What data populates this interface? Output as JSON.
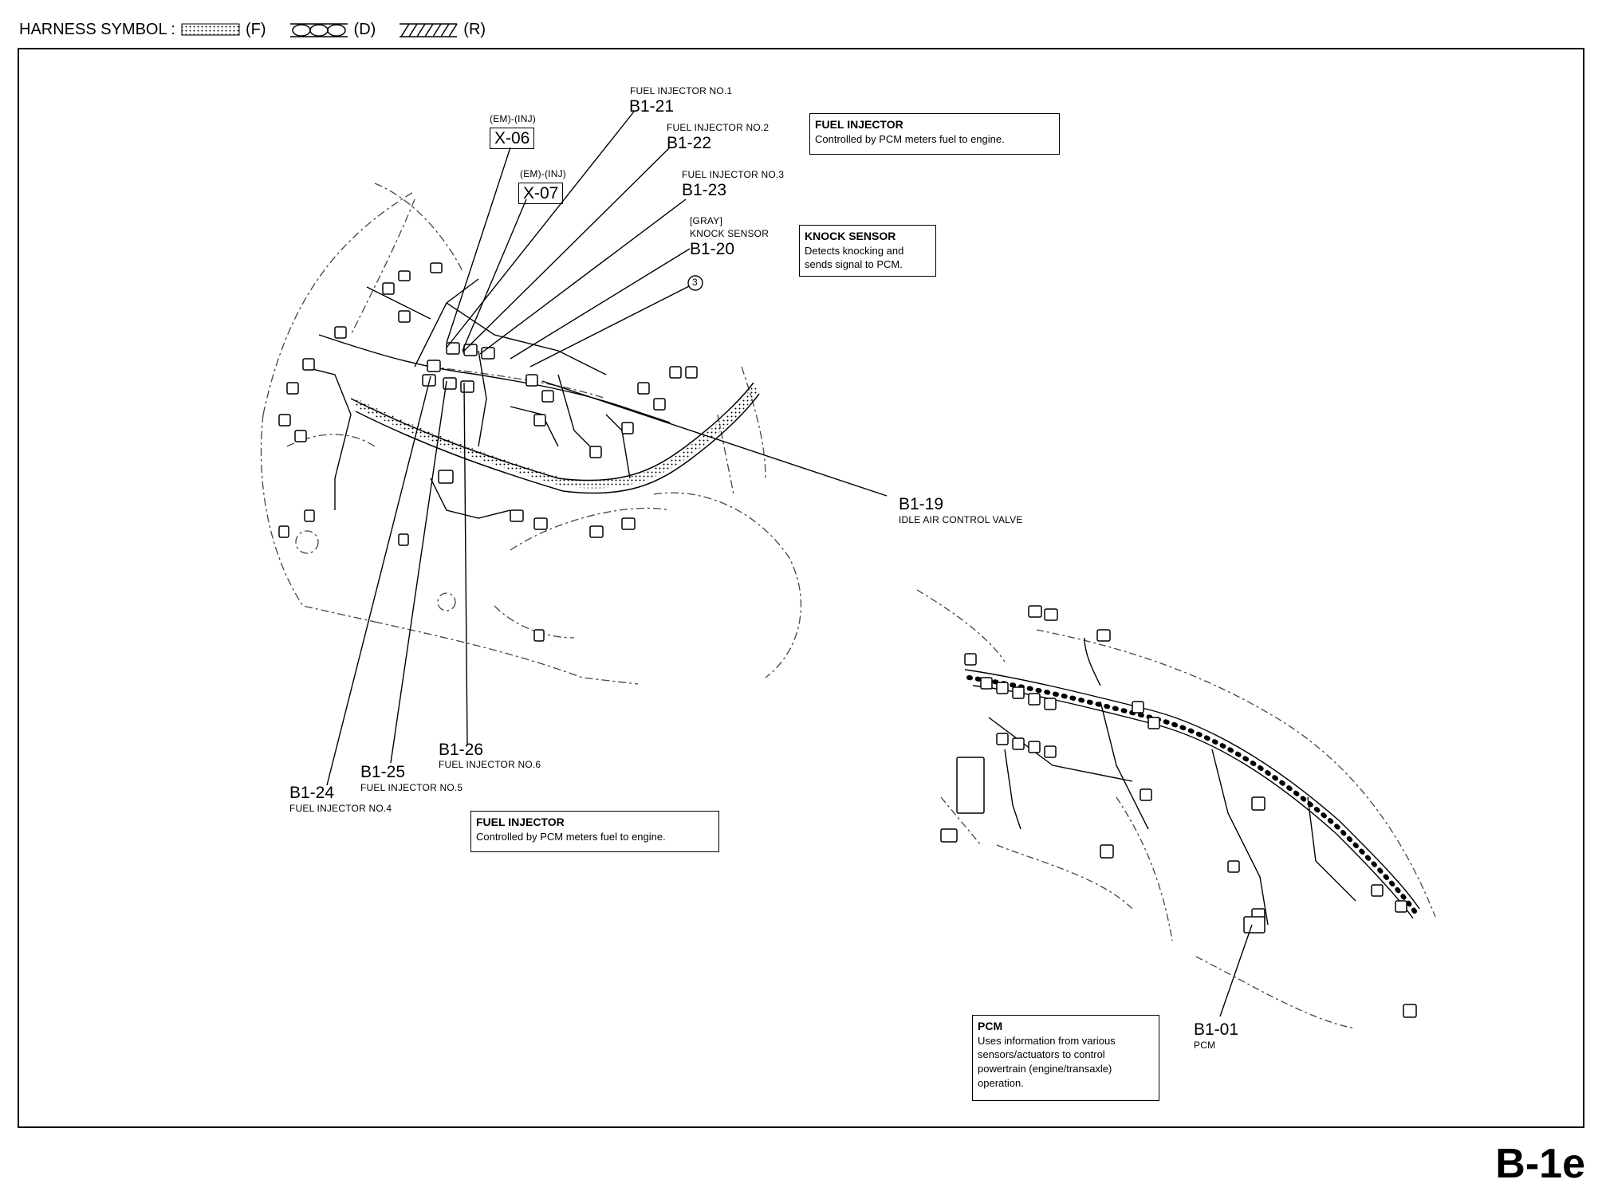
{
  "legend": {
    "label": "HARNESS SYMBOL :",
    "items": [
      {
        "code": "(F)",
        "pattern": "dotted"
      },
      {
        "code": "(D)",
        "pattern": "circles"
      },
      {
        "code": "(R)",
        "pattern": "hatched"
      }
    ]
  },
  "callouts": {
    "x06": {
      "sub": "(EM)-(INJ)",
      "code": "X-06"
    },
    "x07": {
      "sub": "(EM)-(INJ)",
      "code": "X-07"
    },
    "b121": {
      "name": "FUEL INJECTOR NO.1",
      "code": "B1-21"
    },
    "b122": {
      "name": "FUEL INJECTOR NO.2",
      "code": "B1-22"
    },
    "b123": {
      "name": "FUEL INJECTOR NO.3",
      "code": "B1-23"
    },
    "b120": {
      "color": "[GRAY]",
      "name": "KNOCK SENSOR",
      "code": "B1-20"
    },
    "ref3": {
      "code": "3"
    },
    "b119": {
      "code": "B1-19",
      "name": "IDLE AIR CONTROL VALVE"
    },
    "b126": {
      "code": "B1-26",
      "name": "FUEL INJECTOR NO.6"
    },
    "b125": {
      "code": "B1-25",
      "name": "FUEL INJECTOR NO.5"
    },
    "b124": {
      "code": "B1-24",
      "name": "FUEL INJECTOR NO.4"
    },
    "b101": {
      "code": "B1-01",
      "name": "PCM"
    }
  },
  "notes": {
    "fuel_injector_top": {
      "title": "FUEL INJECTOR",
      "text": "Controlled by PCM meters fuel to engine."
    },
    "knock_sensor": {
      "title": "KNOCK SENSOR",
      "line1": "Detects knocking and",
      "line2": "sends signal to PCM."
    },
    "fuel_injector_bottom": {
      "title": "FUEL INJECTOR",
      "text": "Controlled by PCM meters fuel to engine."
    },
    "pcm": {
      "title": "PCM",
      "line1": "Uses information from various",
      "line2": "sensors/actuators to control",
      "line3": "powertrain (engine/transaxle)",
      "line4": "operation."
    }
  },
  "page_id": "B-1e"
}
